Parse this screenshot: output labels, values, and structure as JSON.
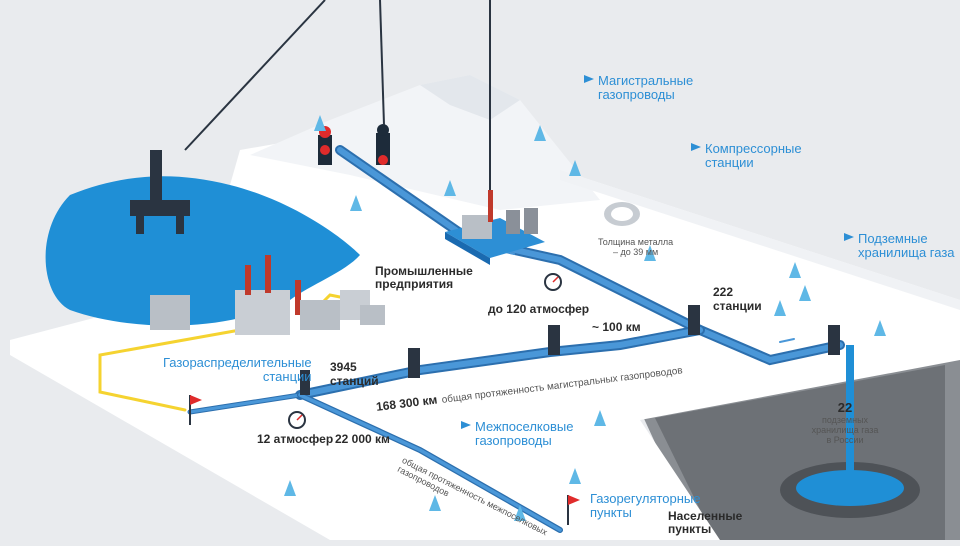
{
  "labels": {
    "trunk_pipelines": [
      "Магистральные",
      "газопроводы"
    ],
    "compressor_stations": [
      "Компрессорные",
      "станции"
    ],
    "underground_storage": [
      "Подземные",
      "хранилища газа"
    ],
    "industrial_enterprises": [
      "Промышленные",
      "предприятия"
    ],
    "gas_distribution_stations": [
      "Газораспределительные",
      "станции"
    ],
    "intersettlement_pipelines": [
      "Межпоселковые",
      "газопроводы"
    ],
    "gas_regulation_points": [
      "Газорегуляторные",
      "пункты"
    ],
    "settlements": [
      "Населенные",
      "пункты"
    ]
  },
  "facts": {
    "metal_thickness": [
      "Толщина металла",
      "– до 39 мм"
    ],
    "pressure_120": "до 120 атмосфер",
    "distance_100": "~ 100 км",
    "stations_222": [
      "222",
      "станции"
    ],
    "stations_3945": [
      "3945",
      "станций"
    ],
    "trunk_length_value": "168 300 км",
    "trunk_length_text": "общая протяженность магистральных газопроводов",
    "pressure_12": "12 атмосфер",
    "intersettlement_length_value": "22 000 км",
    "intersettlement_length_text": [
      "общая протяженность межпоселковых",
      "газопроводов"
    ],
    "storage_count": "22",
    "storage_text": [
      "подземных",
      "хранилища газа",
      "в России"
    ]
  },
  "colors": {
    "pipe": "#4a97d8",
    "pipe_dark": "#2c6fae",
    "water": "#1f8fd6",
    "snow": "#ffffff",
    "label_blue": "#2d8fd5",
    "ground_dark": "#5f6368",
    "flag_red": "#e02b2b"
  },
  "icons": [
    "offshore-platform-icon",
    "valve-icon",
    "compressor-station-icon",
    "factory-icon",
    "pressure-gauge-icon",
    "pipe-section-icon",
    "red-flag-icon",
    "tree-icon",
    "storage-well-icon"
  ]
}
